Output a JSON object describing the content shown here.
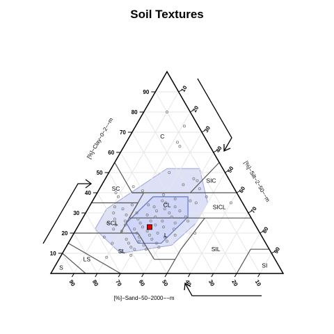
{
  "chart_data": {
    "type": "scatter",
    "subtype": "ternary-soil-texture-triangle",
    "title": "Soil Textures",
    "axes": {
      "clay": {
        "label": "[%]−Clay−0−2−−m",
        "ticks": [
          10,
          20,
          30,
          40,
          50,
          60,
          70,
          80,
          90
        ]
      },
      "silt": {
        "label": "[%]−Silt−2−50−−m",
        "ticks": [
          10,
          20,
          30,
          40,
          50,
          60,
          70,
          80,
          90
        ]
      },
      "sand": {
        "label": "[%]−Sand−50−2000−−m",
        "ticks": [
          90,
          80,
          70,
          60,
          50,
          40,
          30,
          20,
          10
        ]
      },
      "range": [
        0,
        100
      ],
      "grid": true
    },
    "classes": [
      {
        "code": "C",
        "at": {
          "clay": 68,
          "silt": 14
        }
      },
      {
        "code": "SIC",
        "at": {
          "clay": 46,
          "silt": 46
        }
      },
      {
        "code": "SC",
        "at": {
          "clay": 42,
          "silt": 7
        }
      },
      {
        "code": "CL",
        "at": {
          "clay": 34,
          "silt": 33
        }
      },
      {
        "code": "SICL",
        "at": {
          "clay": 33,
          "silt": 56
        }
      },
      {
        "code": "SCL",
        "at": {
          "clay": 25,
          "silt": 14
        }
      },
      {
        "code": "L",
        "at": {
          "clay": 19,
          "silt": 40
        }
      },
      {
        "code": "SIL",
        "at": {
          "clay": 12,
          "silt": 65
        }
      },
      {
        "code": "SL",
        "at": {
          "clay": 11,
          "silt": 25
        }
      },
      {
        "code": "LS",
        "at": {
          "clay": 7,
          "silt": 12
        }
      },
      {
        "code": "S",
        "at": {
          "clay": 3,
          "silt": 3
        }
      },
      {
        "code": "SI",
        "at": {
          "clay": 4,
          "silt": 90
        }
      }
    ],
    "boundaries": [
      [
        {
          "clay": 55,
          "silt": 45
        },
        {
          "clay": 40,
          "silt": 40
        },
        {
          "clay": 40,
          "silt": 15
        },
        {
          "clay": 55,
          "silt": 0
        }
      ],
      [
        {
          "clay": 40,
          "silt": 40
        },
        {
          "clay": 40,
          "silt": 60
        }
      ],
      [
        {
          "clay": 35,
          "silt": 20
        },
        {
          "clay": 35,
          "silt": 0
        }
      ],
      [
        {
          "clay": 40,
          "silt": 20
        },
        {
          "clay": 27.5,
          "silt": 20
        }
      ],
      [
        {
          "clay": 27.5,
          "silt": 52.5
        },
        {
          "clay": 27.5,
          "silt": 72.5
        }
      ],
      [
        {
          "clay": 40,
          "silt": 20
        },
        {
          "clay": 40,
          "silt": 15
        }
      ],
      [
        {
          "clay": 35,
          "silt": 20
        },
        {
          "clay": 20,
          "silt": 20
        }
      ],
      [
        {
          "clay": 27.5,
          "silt": 20
        },
        {
          "clay": 27.5,
          "silt": 52.5
        }
      ],
      [
        {
          "clay": 27.5,
          "silt": 52.5
        },
        {
          "clay": 12,
          "silt": 50
        }
      ],
      [
        {
          "clay": 12,
          "silt": 50
        },
        {
          "clay": 7,
          "silt": 50
        }
      ],
      [
        {
          "clay": 20,
          "silt": 0
        },
        {
          "clay": 20,
          "silt": 27.5
        }
      ],
      [
        {
          "clay": 20,
          "silt": 27.5
        },
        {
          "clay": 7,
          "silt": 41
        }
      ],
      [
        {
          "clay": 7,
          "silt": 41
        },
        {
          "clay": 7,
          "silt": 50
        }
      ],
      [
        {
          "clay": 7,
          "silt": 50
        },
        {
          "clay": 0,
          "silt": 50
        }
      ],
      [
        {
          "clay": 15,
          "silt": 0
        },
        {
          "clay": 0,
          "silt": 30
        }
      ],
      [
        {
          "clay": 10,
          "silt": 0
        },
        {
          "clay": 0,
          "silt": 15
        }
      ],
      [
        {
          "clay": 12,
          "silt": 80
        },
        {
          "clay": 12,
          "silt": 88
        }
      ],
      [
        {
          "clay": 12,
          "silt": 80
        },
        {
          "clay": 0,
          "silt": 80
        }
      ]
    ],
    "hull": [
      {
        "clay": 52,
        "silt": 24
      },
      {
        "clay": 52,
        "silt": 38
      },
      {
        "clay": 35,
        "silt": 50
      },
      {
        "clay": 25,
        "silt": 50
      },
      {
        "clay": 14,
        "silt": 45
      },
      {
        "clay": 10,
        "silt": 25
      },
      {
        "clay": 22,
        "silt": 8
      },
      {
        "clay": 32,
        "silt": 8
      }
    ],
    "hexagon": [
      {
        "clay": 38,
        "silt": 25
      },
      {
        "clay": 38,
        "silt": 40
      },
      {
        "clay": 28,
        "silt": 45
      },
      {
        "clay": 15,
        "silt": 40
      },
      {
        "clay": 15,
        "silt": 30
      },
      {
        "clay": 25,
        "silt": 20
      }
    ],
    "marker": {
      "clay": 23,
      "silt": 31
    },
    "points": [
      [
        80,
        10
      ],
      [
        65,
        22
      ],
      [
        63,
        24
      ],
      [
        73,
        21
      ],
      [
        47,
        38
      ],
      [
        46,
        40
      ],
      [
        44,
        35
      ],
      [
        42,
        43
      ],
      [
        50,
        26
      ],
      [
        43,
        14
      ],
      [
        40,
        8
      ],
      [
        38,
        10
      ],
      [
        36,
        30
      ],
      [
        35,
        32
      ],
      [
        34,
        25
      ],
      [
        33,
        28
      ],
      [
        32,
        33
      ],
      [
        31,
        30
      ],
      [
        30,
        36
      ],
      [
        30,
        22
      ],
      [
        29,
        27
      ],
      [
        28,
        31
      ],
      [
        28,
        38
      ],
      [
        27,
        24
      ],
      [
        26,
        30
      ],
      [
        26,
        35
      ],
      [
        25,
        26
      ],
      [
        25,
        41
      ],
      [
        24,
        33
      ],
      [
        24,
        20
      ],
      [
        23,
        28
      ],
      [
        23,
        37
      ],
      [
        22,
        25
      ],
      [
        22,
        42
      ],
      [
        21,
        31
      ],
      [
        21,
        20
      ],
      [
        20,
        36
      ],
      [
        20,
        27
      ],
      [
        19,
        33
      ],
      [
        19,
        44
      ],
      [
        18,
        29
      ],
      [
        18,
        40
      ],
      [
        17,
        24
      ],
      [
        17,
        35
      ],
      [
        16,
        30
      ],
      [
        16,
        42
      ],
      [
        15,
        38
      ],
      [
        15,
        26
      ],
      [
        14,
        33
      ],
      [
        13,
        40
      ],
      [
        13,
        28
      ],
      [
        12,
        35
      ],
      [
        12,
        30
      ],
      [
        11,
        25
      ],
      [
        29,
        18
      ],
      [
        27,
        14
      ],
      [
        25,
        12
      ],
      [
        24,
        16
      ],
      [
        26,
        19
      ],
      [
        32,
        15
      ],
      [
        30,
        12
      ],
      [
        33,
        11
      ],
      [
        34,
        18
      ],
      [
        37,
        35
      ],
      [
        36,
        42
      ],
      [
        35,
        45
      ],
      [
        28,
        44
      ],
      [
        26,
        46
      ],
      [
        9,
        30
      ],
      [
        8,
        20
      ],
      [
        35,
        60
      ],
      [
        20,
        52
      ],
      [
        38,
        48
      ],
      [
        31,
        40
      ],
      [
        33,
        37
      ],
      [
        22,
        16
      ],
      [
        18,
        14
      ],
      [
        15,
        19
      ],
      [
        39,
        29
      ],
      [
        41,
        19
      ]
    ]
  },
  "colors": {
    "hull_fill": "#d6dcf7",
    "hull_stroke": "#9aa6dc",
    "hexagon_fill": "#c7cef5",
    "hexagon_stroke": "#5a6abf",
    "marker_fill": "#e00000",
    "point_stroke": "#808080",
    "grid": "#e6e6e6",
    "boundary": "#555555",
    "frame": "#000000"
  }
}
